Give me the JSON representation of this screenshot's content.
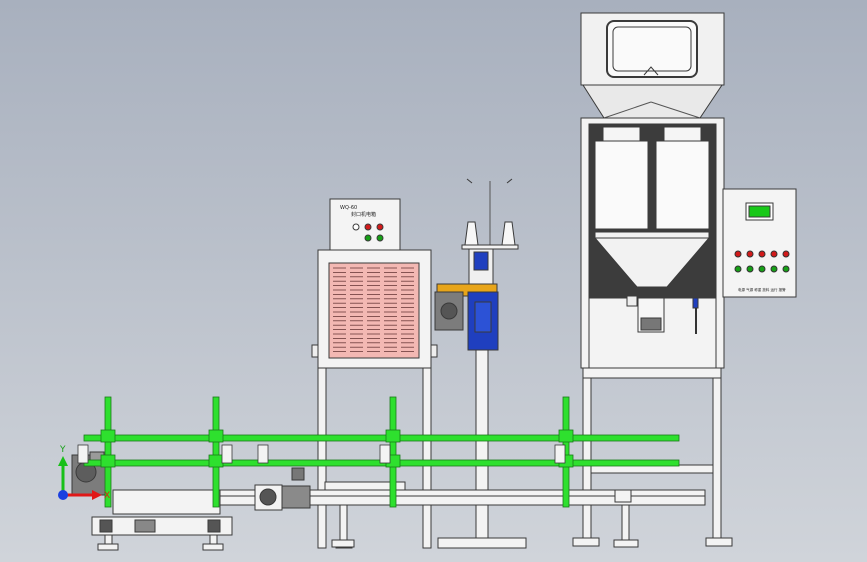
{
  "colors": {
    "background_top": "#a7afbd",
    "background_bottom": "#cfd3d9",
    "frame": "#f2f2f2",
    "frame_stroke": "#3a3a3a",
    "green_rail": "#2ee02e",
    "blue_motor": "#1f3fbf",
    "orange_belt": "#e8a51a",
    "grille_pink": "#f3b8b3",
    "screen_green": "#18c818",
    "lamp_red": "#d21a1a",
    "lamp_green": "#16a016",
    "axis_x": "#e01818",
    "axis_y": "#18c018",
    "axis_z": "#1a3fe0"
  },
  "sewing_panel": {
    "model_text": "WQ-60",
    "title_text": "封口机电箱"
  },
  "control_box": {
    "footer_text": "电源 气源 称重 放料 运行 报警"
  },
  "axis_triad": {
    "x_label": "X",
    "y_label": "Y"
  }
}
